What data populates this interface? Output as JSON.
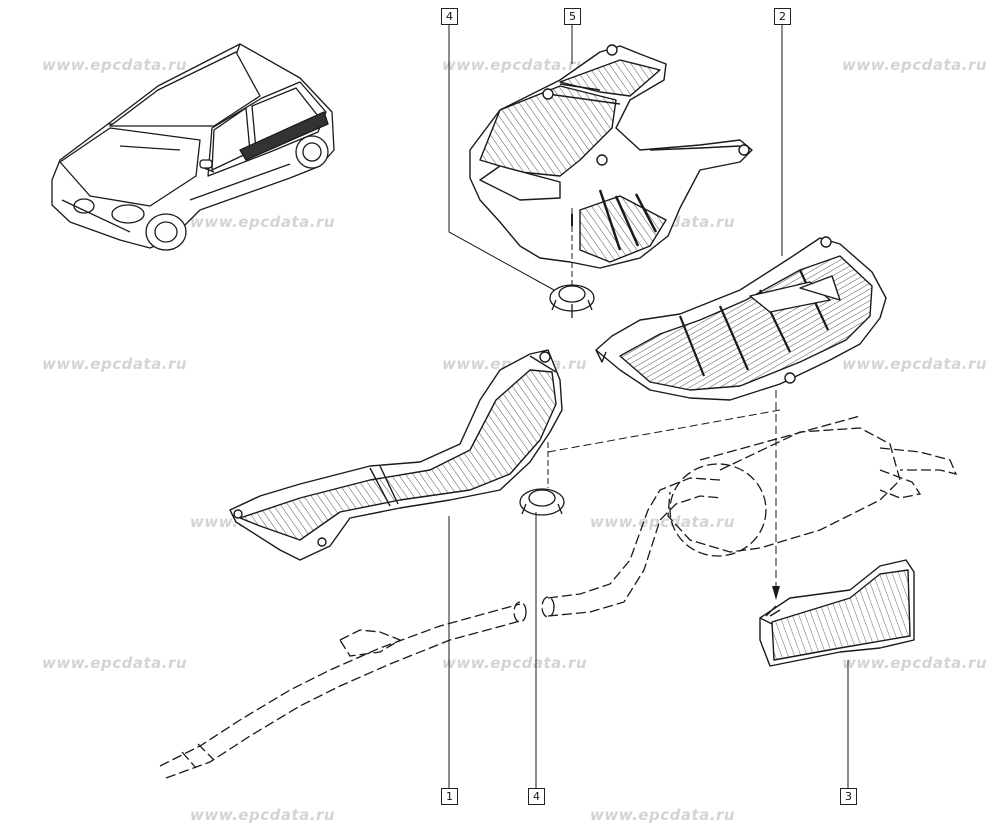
{
  "watermark": "www.epcdata.ru",
  "callouts": [
    {
      "id": "c4-top",
      "label": "4"
    },
    {
      "id": "c5-top",
      "label": "5"
    },
    {
      "id": "c2-top",
      "label": "2"
    },
    {
      "id": "c1-bottom",
      "label": "1"
    },
    {
      "id": "c4-bottom",
      "label": "4"
    },
    {
      "id": "c3-bottom",
      "label": "3"
    }
  ],
  "colors": {
    "line": "#1a1a1a",
    "hatch": "#555555",
    "watermark": "#d4d4d4"
  }
}
